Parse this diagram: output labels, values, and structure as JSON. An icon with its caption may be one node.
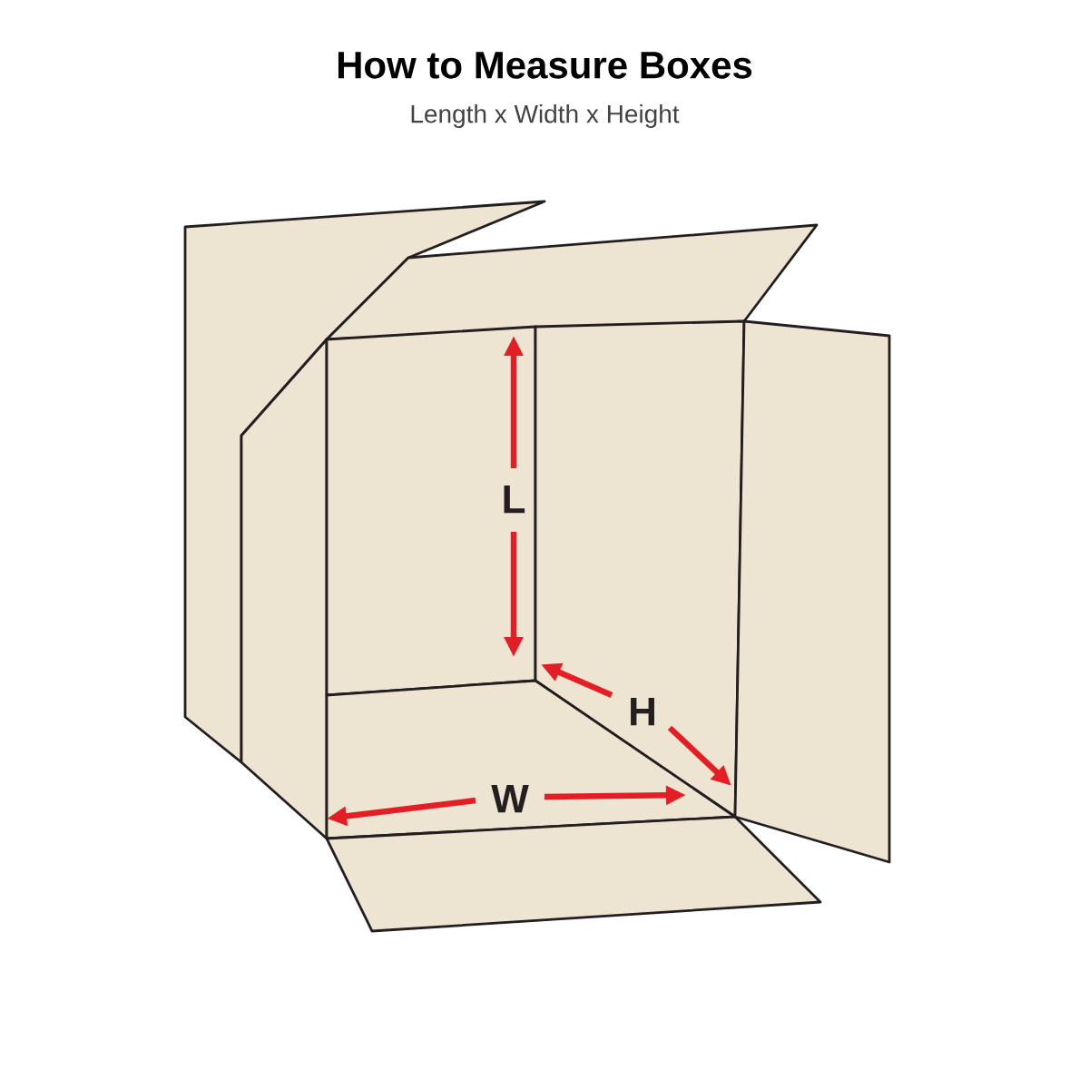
{
  "diagram": {
    "title": "How to Measure Boxes",
    "labels": [
      "Length x Width x Height",
      "L",
      "W",
      "H"
    ]
  }
}
